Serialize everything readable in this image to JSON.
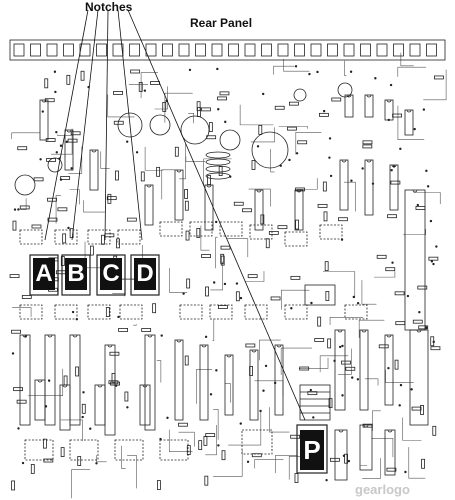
{
  "headings": {
    "notches": "Notches",
    "rear_panel": "Rear Panel"
  },
  "socket_labels": [
    "A",
    "B",
    "C",
    "D"
  ],
  "socket_p_label": "P",
  "watermark": "gearlogo"
}
